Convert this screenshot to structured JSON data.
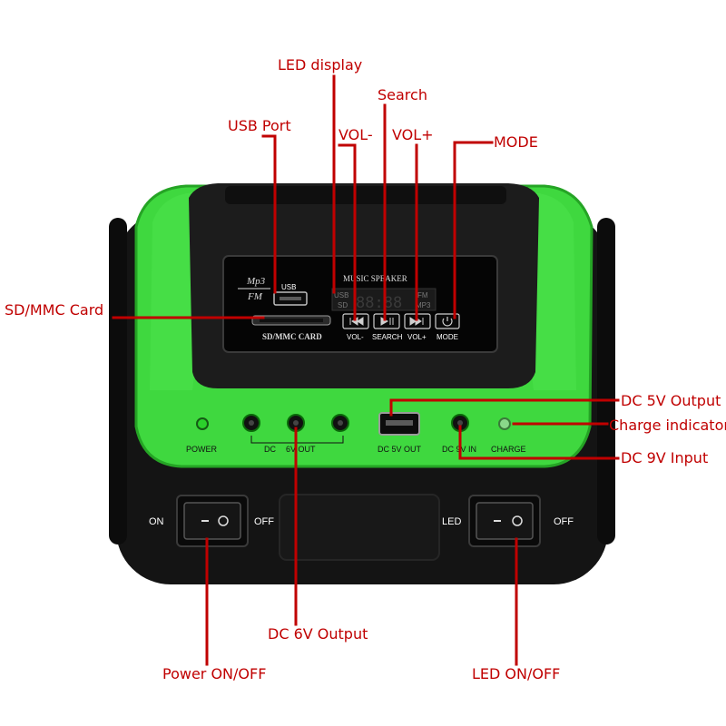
{
  "callouts": {
    "led_display": "LED display",
    "search": "Search",
    "usb_port": "USB Port",
    "vol_minus": "VOL-",
    "vol_plus": "VOL+",
    "mode": "MODE",
    "sd_mmc_card": "SD/MMC Card",
    "dc_5v_output": "DC 5V Output",
    "charge_indicator": "Charge indicator",
    "dc_9v_input": "DC 9V Input",
    "dc_6v_output": "DC 6V Output",
    "power_on_off": "Power ON/OFF",
    "led_on_off": "LED ON/OFF"
  },
  "device": {
    "panel": {
      "mp3_logo": "Mp3",
      "fm_logo": "FM",
      "usb": "USB",
      "title": "MUSIC SPEAKER",
      "display_digits": "88:88",
      "usb_indicator": "USB",
      "sd_indicator": "SD",
      "fm_indicator": "FM",
      "mp3_indicator": "MP3",
      "sd_card_slot": "SD/MMC CARD",
      "btn_vol_minus": "VOL-",
      "btn_search": "SEARCH",
      "btn_vol_plus": "VOL+",
      "btn_mode": "MODE"
    },
    "front": {
      "power": "POWER",
      "dc": "DC",
      "six_v_out": "6V  OUT",
      "dc_5v_out": "DC 5V OUT",
      "dc_9v_in": "DC 9V IN",
      "charge": "CHARGE",
      "on": "ON",
      "off_left": "OFF",
      "led": "LED",
      "off_right": "OFF"
    }
  },
  "colors": {
    "callout": "#c00000",
    "shell_green": "#3cd63c",
    "body_black": "#111111",
    "led_green": "#2bd12b"
  }
}
